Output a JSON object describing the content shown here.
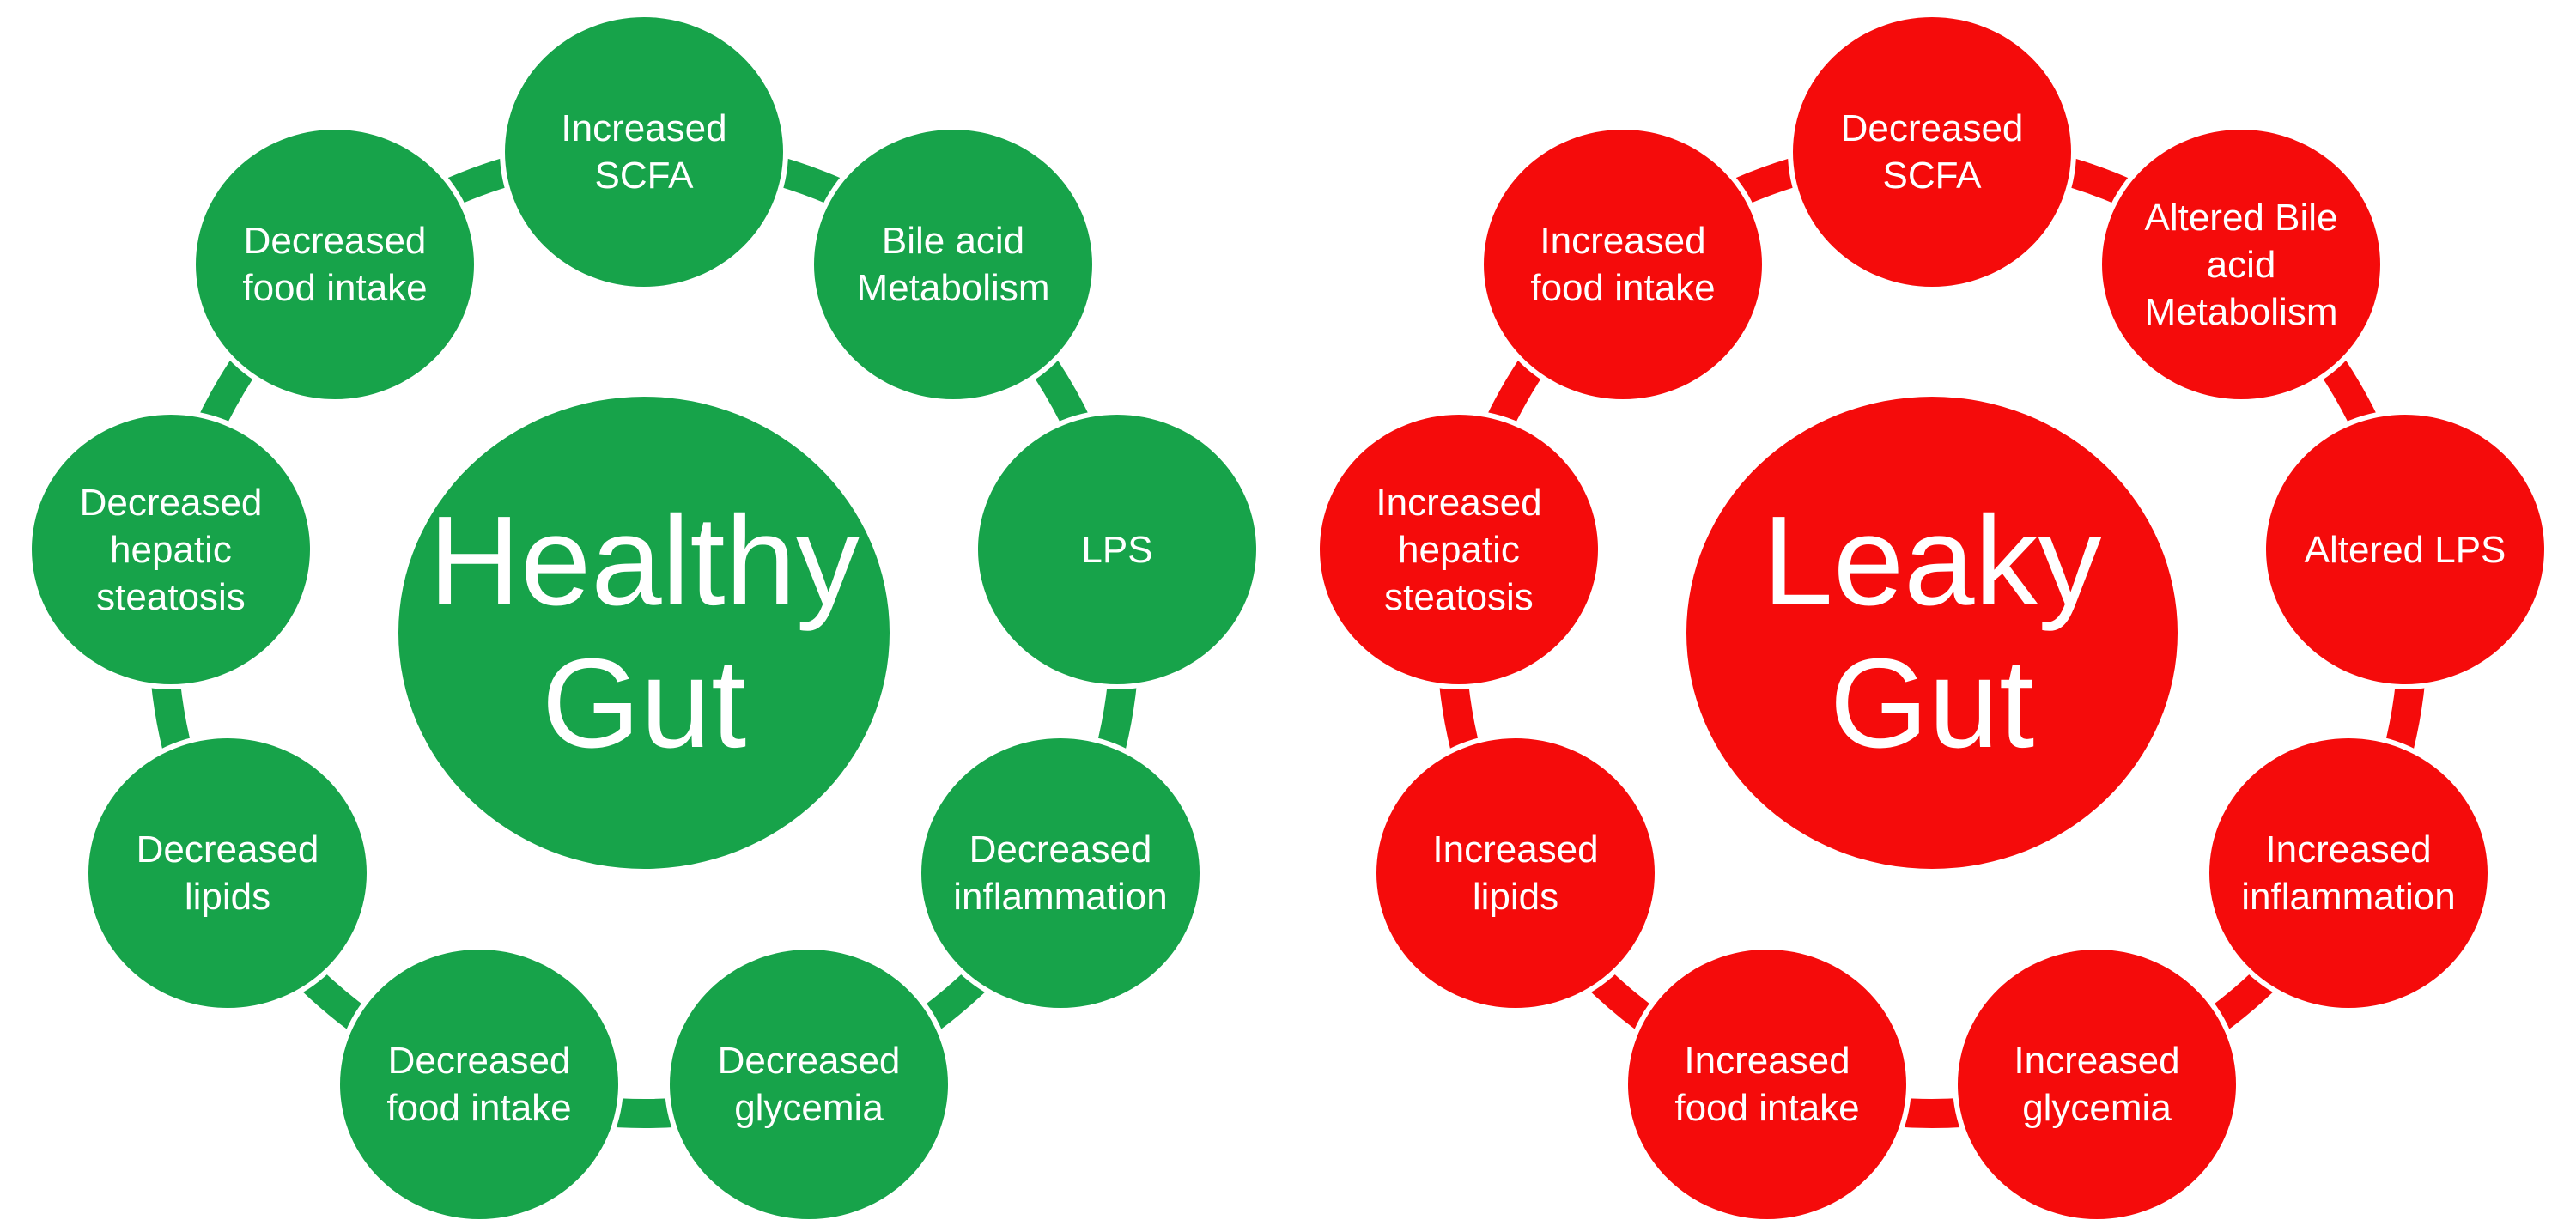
{
  "figure": {
    "description": "Comparison diagram of healthy gut versus leaky gut effects",
    "colors": {
      "healthy_green": "#17a34a",
      "leaky_red": "#f50b0b",
      "label_text": "#ffffff",
      "background": "#ffffff"
    },
    "diagrams": {
      "healthy": {
        "center_label": "Healthy Gut",
        "satellites": [
          {
            "label": "Increased SCFA"
          },
          {
            "label": "Bile acid Metabolism"
          },
          {
            "label": "LPS"
          },
          {
            "label": "Decreased inflammation"
          },
          {
            "label": "Decreased glycemia"
          },
          {
            "label": "Decreased food intake"
          },
          {
            "label": "Decreased lipids"
          },
          {
            "label": "Decreased hepatic steatosis"
          },
          {
            "label": "Decreased food intake"
          }
        ]
      },
      "leaky": {
        "center_label": "Leaky Gut",
        "satellites": [
          {
            "label": "Decreased SCFA"
          },
          {
            "label": "Altered Bile acid Metabolism"
          },
          {
            "label": "Altered LPS"
          },
          {
            "label": "Increased inflammation"
          },
          {
            "label": "Increased glycemia"
          },
          {
            "label": "Increased food intake"
          },
          {
            "label": "Increased lipids"
          },
          {
            "label": "Increased hepatic steatosis"
          },
          {
            "label": "Increased food intake"
          }
        ]
      }
    }
  }
}
